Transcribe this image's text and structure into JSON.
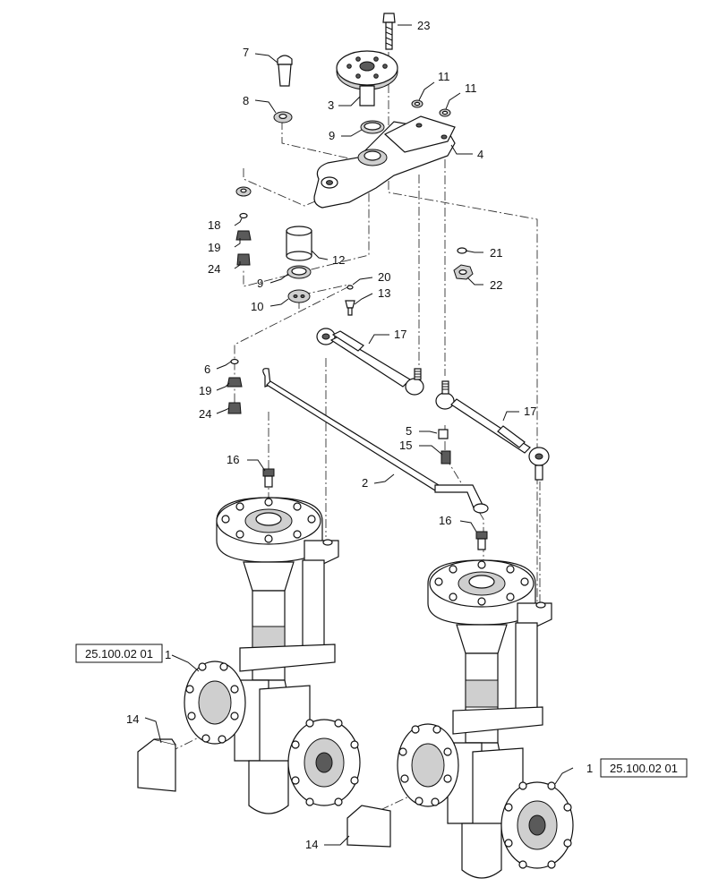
{
  "callouts": {
    "c23": "23",
    "c7": "7",
    "c8": "8",
    "c3": "3",
    "c11a": "11",
    "c11b": "11",
    "c9a": "9",
    "c4": "4",
    "c18": "18",
    "c19a": "19",
    "c24a": "24",
    "c12": "12",
    "c21": "21",
    "c22": "22",
    "c9b": "9",
    "c10": "10",
    "c20": "20",
    "c13": "13",
    "c17a": "17",
    "c17b": "17",
    "c6": "6",
    "c19b": "19",
    "c24b": "24",
    "c5": "5",
    "c15": "15",
    "c16a": "16",
    "c2": "2",
    "c16b": "16",
    "c1a": "1",
    "c1b": "1",
    "c14a": "14",
    "c14b": "14"
  },
  "references": {
    "left": "25.100.02 01",
    "right": "25.100.02 01"
  },
  "colors": {
    "line": "#111111",
    "shade": "#cfcfcf",
    "dark": "#5a5a5a"
  }
}
